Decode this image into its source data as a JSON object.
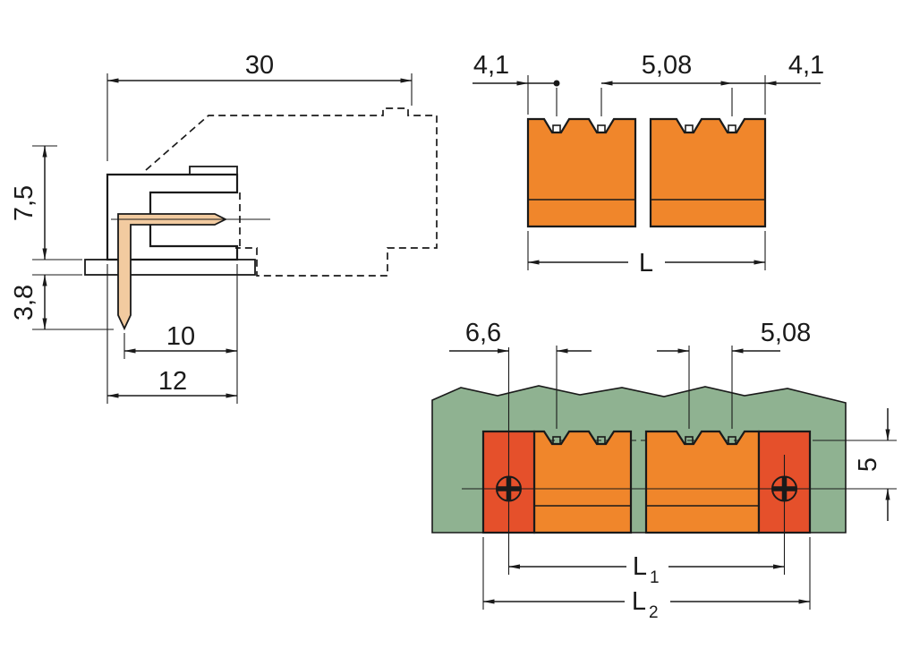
{
  "drawing": {
    "colors": {
      "body_orange": "#F0862B",
      "pcb_green": "#8FB291",
      "flange_red": "#E5502B",
      "pin_tan": "#F2CBA0",
      "line_black": "#1A1A1A",
      "background": "#FFFFFF"
    },
    "views": {
      "side": {
        "dim_total_depth": "30",
        "dim_height_above_board": "7,5",
        "dim_pin_protrusion": "3,8",
        "dim_pin_to_front_edge": "10",
        "dim_body_depth": "12"
      },
      "front": {
        "dim_end_to_first_pole_left": "4,1",
        "dim_pole_pitch": "5,08",
        "dim_end_to_first_pole_right": "4,1",
        "dim_length": "L"
      },
      "top": {
        "dim_screw_to_first_pole": "6,6",
        "dim_pole_pitch": "5,08",
        "dim_pole_row_to_screw_axis": "5",
        "dim_screw_spacing": {
          "base": "L",
          "sub": "1"
        },
        "dim_overall_length": {
          "base": "L",
          "sub": "2"
        }
      }
    }
  }
}
